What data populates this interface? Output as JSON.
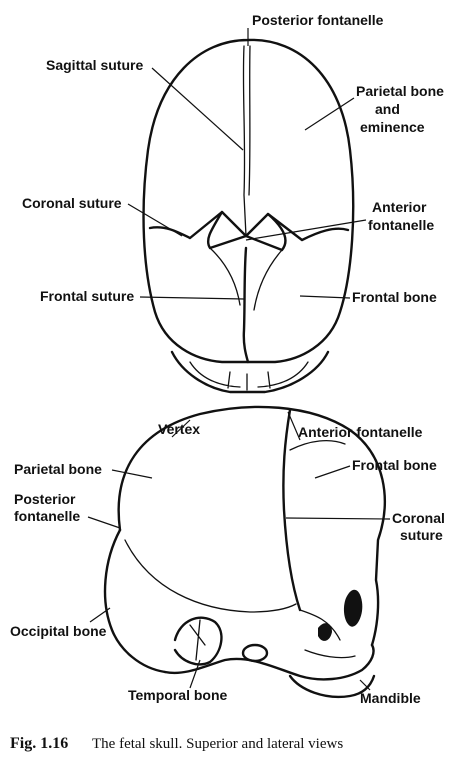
{
  "superior_view": {
    "labels": {
      "posterior_fontanelle": "Posterior fontanelle",
      "sagittal_suture": "Sagittal suture",
      "parietal_bone": "Parietal bone",
      "parietal_and": "and",
      "parietal_eminence": "eminence",
      "coronal_suture": "Coronal suture",
      "anterior": "Anterior",
      "fontanelle": "fontanelle",
      "frontal_suture": "Frontal suture",
      "frontal_bone": "Frontal bone"
    }
  },
  "lateral_view": {
    "labels": {
      "vertex": "Vertex",
      "anterior_fontanelle": "Anterior fontanelle",
      "parietal_bone": "Parietal bone",
      "frontal_bone": "Frontal bone",
      "posterior": "Posterior",
      "fontanelle": "fontanelle",
      "coronal": "Coronal",
      "suture": "suture",
      "occipital_bone": "Occipital bone",
      "temporal_bone": "Temporal bone",
      "mandible": "Mandible"
    }
  },
  "caption": {
    "figure_number": "Fig. 1.16",
    "text": "The fetal skull. Superior and lateral views"
  }
}
